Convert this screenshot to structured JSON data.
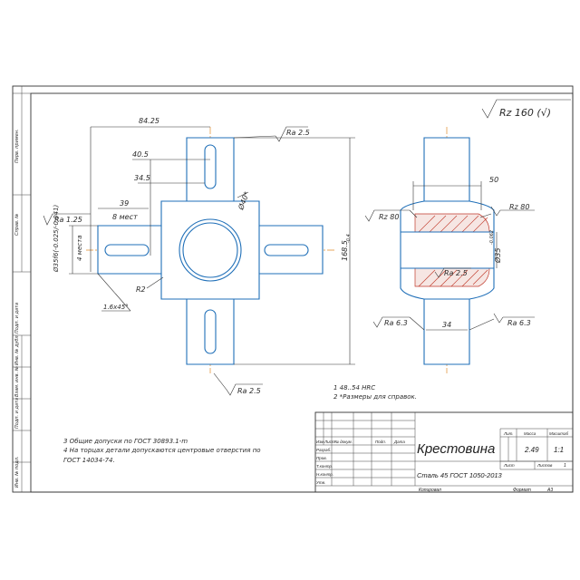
{
  "drawing": {
    "title": "Крестовина",
    "material": "Сталь 45 ГОСТ 1050-2013",
    "general_roughness": "Rz 160 (√)",
    "notes": {
      "n1": "1 48..54 HRC",
      "n2": "2 *Размеры для справок.",
      "n3": "3 Общие допуски по ГОСТ 30893.1-m",
      "n4a": "4 На торцах детали допускаются центровые отверстия по",
      "n4b": "ГОСТ 14034-74."
    },
    "dimensions": {
      "d1": "84.25",
      "d2": "40.5",
      "d3": "34.5",
      "d4": "39",
      "d5": "8 мест",
      "d6": "Ø40*",
      "d7": "168.5",
      "d7_tol": "-0.4",
      "d8": "Ø35f6(-0.025/-0.041)",
      "d8b": "4 места",
      "d9": "R2",
      "d10": "1.6x45°",
      "d11": "50",
      "d12": "Ø35",
      "d12_tol": "-0.062",
      "d13": "34"
    },
    "roughness": {
      "r1": "Ra 2.5",
      "r2": "Ra 1.25",
      "r3": "Ra 2.5",
      "r4": "Rz 80",
      "r5": "Rz 80",
      "r6": "Ra 2.5",
      "r7": "Ra 6.3",
      "r8": "Ra 6.3"
    },
    "side_stamps": [
      "Перв. примен.",
      "Справ. №",
      "Подп. и дата",
      "Инв. № дубл.",
      "Взам. инв. №",
      "Подп. и дата",
      "Инв. № подл."
    ],
    "title_block": {
      "col_izm": "Изм",
      "col_list": "Лист",
      "col_ndoc": "№ докум.",
      "col_podp": "Подп.",
      "col_data": "Дата",
      "row_razrab": "Разраб.",
      "row_prov": "Пров.",
      "row_tkontr": "Т.контр.",
      "row_nkontr": "Н.контр.",
      "row_utv": "Утв.",
      "lit_label": "Лит.",
      "mass_label": "Масса",
      "scale_label": "Масштаб",
      "mass_value": "2.49",
      "scale_value": "1:1",
      "sheet_label": "Лист",
      "sheets_label": "Листов",
      "sheets_value": "1",
      "copied": "Копировал",
      "format": "Формат",
      "format_value": "А3"
    }
  }
}
